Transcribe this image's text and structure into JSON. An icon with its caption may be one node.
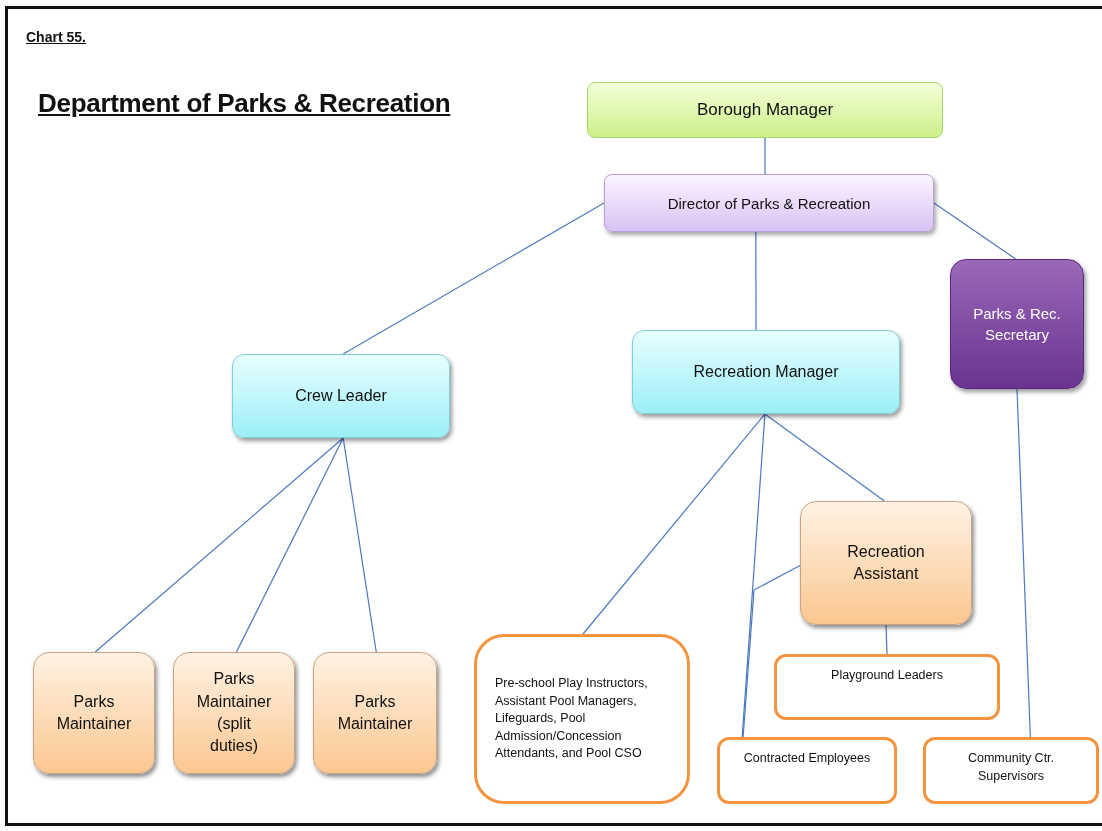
{
  "diagram": {
    "title": "Department of Parks & Recreation",
    "nodes": [
      {
        "text": [
          "Borough Manager"
        ]
      },
      {
        "text": [
          "Director of Parks & Recreation"
        ]
      },
      {
        "text": [
          "Crew Leader"
        ]
      },
      {
        "text": [
          "Recreation Manager"
        ]
      },
      {
        "text": [
          "Parks & Rec. Secretary"
        ]
      },
      {
        "text": [
          "Parks Maintainer"
        ]
      },
      {
        "text": [
          "Parks Maintainer (split duties)"
        ]
      },
      {
        "text": [
          "Parks Maintainer"
        ]
      },
      {
        "text": [
          "Recreation Assistant"
        ]
      },
      {
        "text": [
          "Pre-school Play Instructors, Assistant Pool Managers, Lifeguards, Pool Admission/Concession Attendants, and Pool CSO"
        ]
      },
      {
        "text": [
          "Playground Leaders"
        ]
      },
      {
        "text": [
          "Contracted Employees"
        ]
      },
      {
        "text": [
          "Community Ctr. Supervisors"
        ]
      }
    ],
    "edges": [
      {
        "from": 0,
        "to": 1,
        "arrow": "none"
      },
      {
        "from": 1,
        "to": 2,
        "arrow": "none"
      },
      {
        "from": 1,
        "to": 3,
        "arrow": "none"
      },
      {
        "from": 1,
        "to": 4,
        "arrow": "none"
      },
      {
        "from": 2,
        "to": 5,
        "arrow": "none"
      },
      {
        "from": 2,
        "to": 6,
        "arrow": "none"
      },
      {
        "from": 2,
        "to": 7,
        "arrow": "none"
      },
      {
        "from": 3,
        "to": 9,
        "arrow": "none"
      },
      {
        "from": 3,
        "to": 11,
        "arrow": "none"
      },
      {
        "from": 3,
        "to": 8,
        "arrow": "none"
      },
      {
        "from": 8,
        "to": 11,
        "arrow": "none"
      },
      {
        "from": 8,
        "to": 10,
        "arrow": "none"
      },
      {
        "from": 4,
        "to": 12,
        "arrow": "none"
      }
    ],
    "labels": [
      "Chart 55."
    ]
  }
}
